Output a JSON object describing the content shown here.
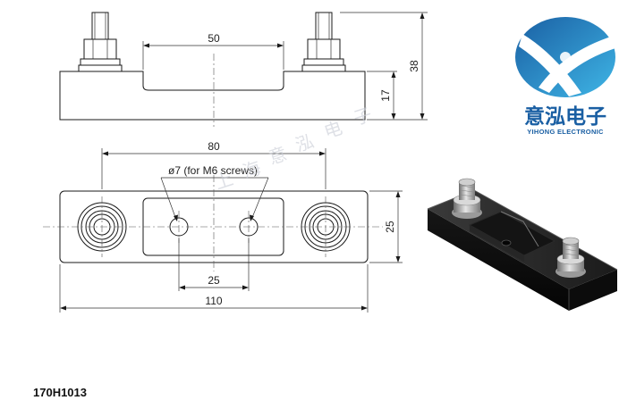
{
  "diagram": {
    "dimensions": {
      "top_width": "50",
      "height_total": "38",
      "height_base": "17",
      "hole_spacing": "80",
      "hole_callout": "ø7  (for M6 screws)",
      "width": "25",
      "inner_spacing": "25",
      "length": "110"
    },
    "part_number": "170H1013"
  },
  "logo": {
    "chinese_name": "意泓电子",
    "english_name": "YIHONG ELECTRONIC",
    "colors": {
      "primary": "#1a5fa3",
      "light": "#3fb6e6"
    }
  },
  "watermark": {
    "text": [
      "上",
      "海",
      "意",
      "泓",
      "电",
      "子"
    ]
  }
}
